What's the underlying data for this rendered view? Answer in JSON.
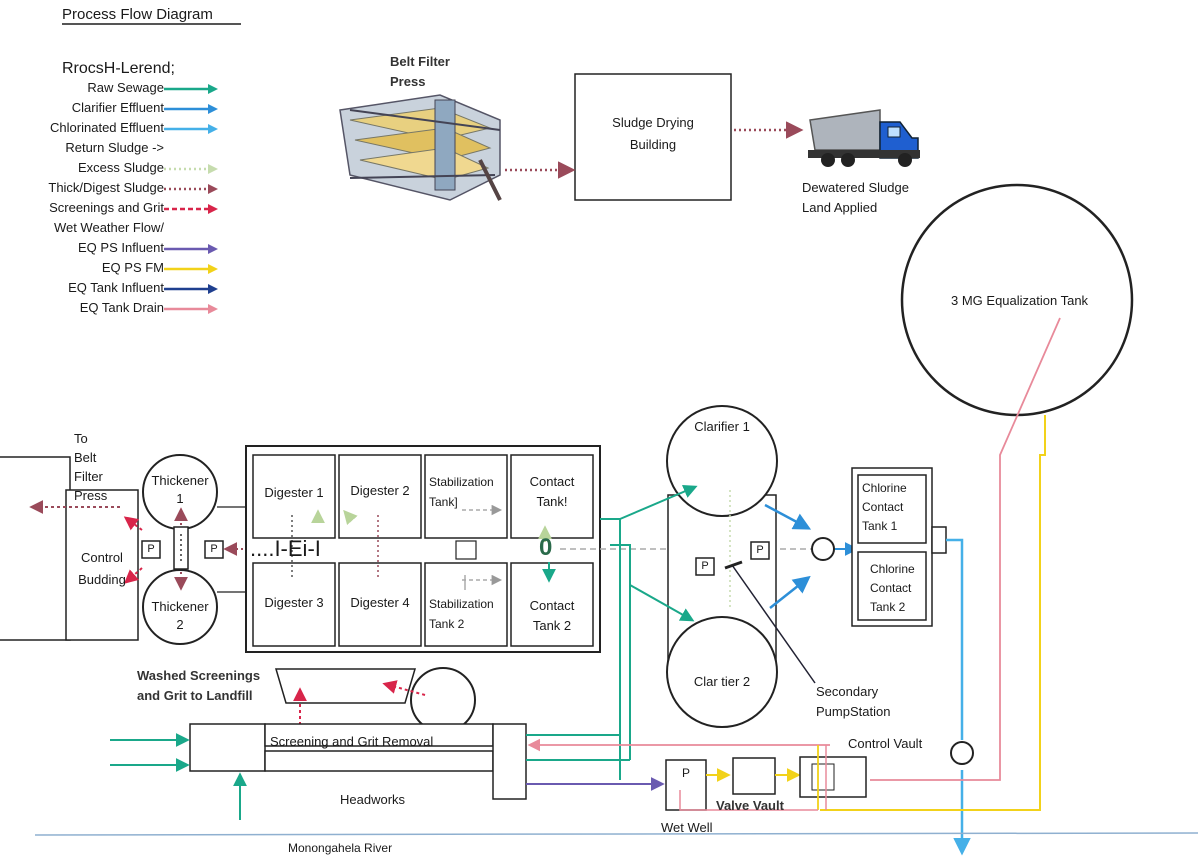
{
  "title": "Process Flow Diagram",
  "legend": {
    "title": "RrocsH-Lerend;",
    "items": [
      {
        "label": "Raw Sewage",
        "color": "#1aa88a",
        "style": "solid"
      },
      {
        "label": "Clarifier Effluent",
        "color": "#2d8fd8",
        "style": "solid"
      },
      {
        "label": "Chlorinated Effluent",
        "color": "#45b0e8",
        "style": "solid"
      },
      {
        "label": "Return Sludge ->",
        "color": "#777777",
        "style": "none"
      },
      {
        "label": "Excess Sludge",
        "color": "#c6dcae",
        "style": "dotted"
      },
      {
        "label": "Thick/Digest Sludge",
        "color": "#9a4a5a",
        "style": "dotted"
      },
      {
        "label": "Screenings and Grit",
        "color": "#d8254a",
        "style": "dashed"
      },
      {
        "label": "Wet Weather Flow/\nEQ PS Influent",
        "color": "#6a5ab0",
        "style": "solid"
      },
      {
        "label": "EQ PS FM",
        "color": "#f2d21a",
        "style": "solid"
      },
      {
        "label": "EQ Tank Influent",
        "color": "#1f3f8f",
        "style": "solid"
      },
      {
        "label": "EQ Tank Drain",
        "color": "#e88a9a",
        "style": "solid"
      }
    ]
  },
  "nodes": {
    "belt_filter_press": "Belt Filter\nPress",
    "sludge_drying": "Sludge Drying\nBuilding",
    "dewatered": "Dewatered Sludge\nLand Applied",
    "eq_tank": "3 MG Equalization Tank",
    "to_belt": "To\nBelt\nFilter\nPress",
    "control_budding": "Control\nBudding",
    "thickener1": "Thickener\n1",
    "thickener2": "Thickener\n2",
    "digester1": "Digester 1",
    "digester2": "Digester 2",
    "digester3": "Digester 3",
    "digester4": "Digester 4",
    "stab1": "Stabilization\nTank]",
    "stab2": "Stabilization\nTank 2",
    "contact1": "Contact\nTank!",
    "contact2": "Contact\nTank 2",
    "mid_text": "....I-Ei-I",
    "zero_text": "0",
    "clarifier1": "Clarifier 1",
    "clarifier2": "Clar tier 2",
    "chlorine1": "Chlorine\nContact\nTank 1",
    "chlorine2": "Chlorine\nContact\nTank 2",
    "secondary_ps": "Secondary\nPumpStation",
    "washed": "Washed Screenings\nand Grit to Landfill",
    "screening": "Screening and Grit Removal",
    "headworks": "Headworks",
    "control_vault": "Control Vault",
    "valve_vault": "Valve Vault",
    "wet_well": "Wet Well",
    "river": "Monongahela River",
    "pump_label": "P"
  }
}
